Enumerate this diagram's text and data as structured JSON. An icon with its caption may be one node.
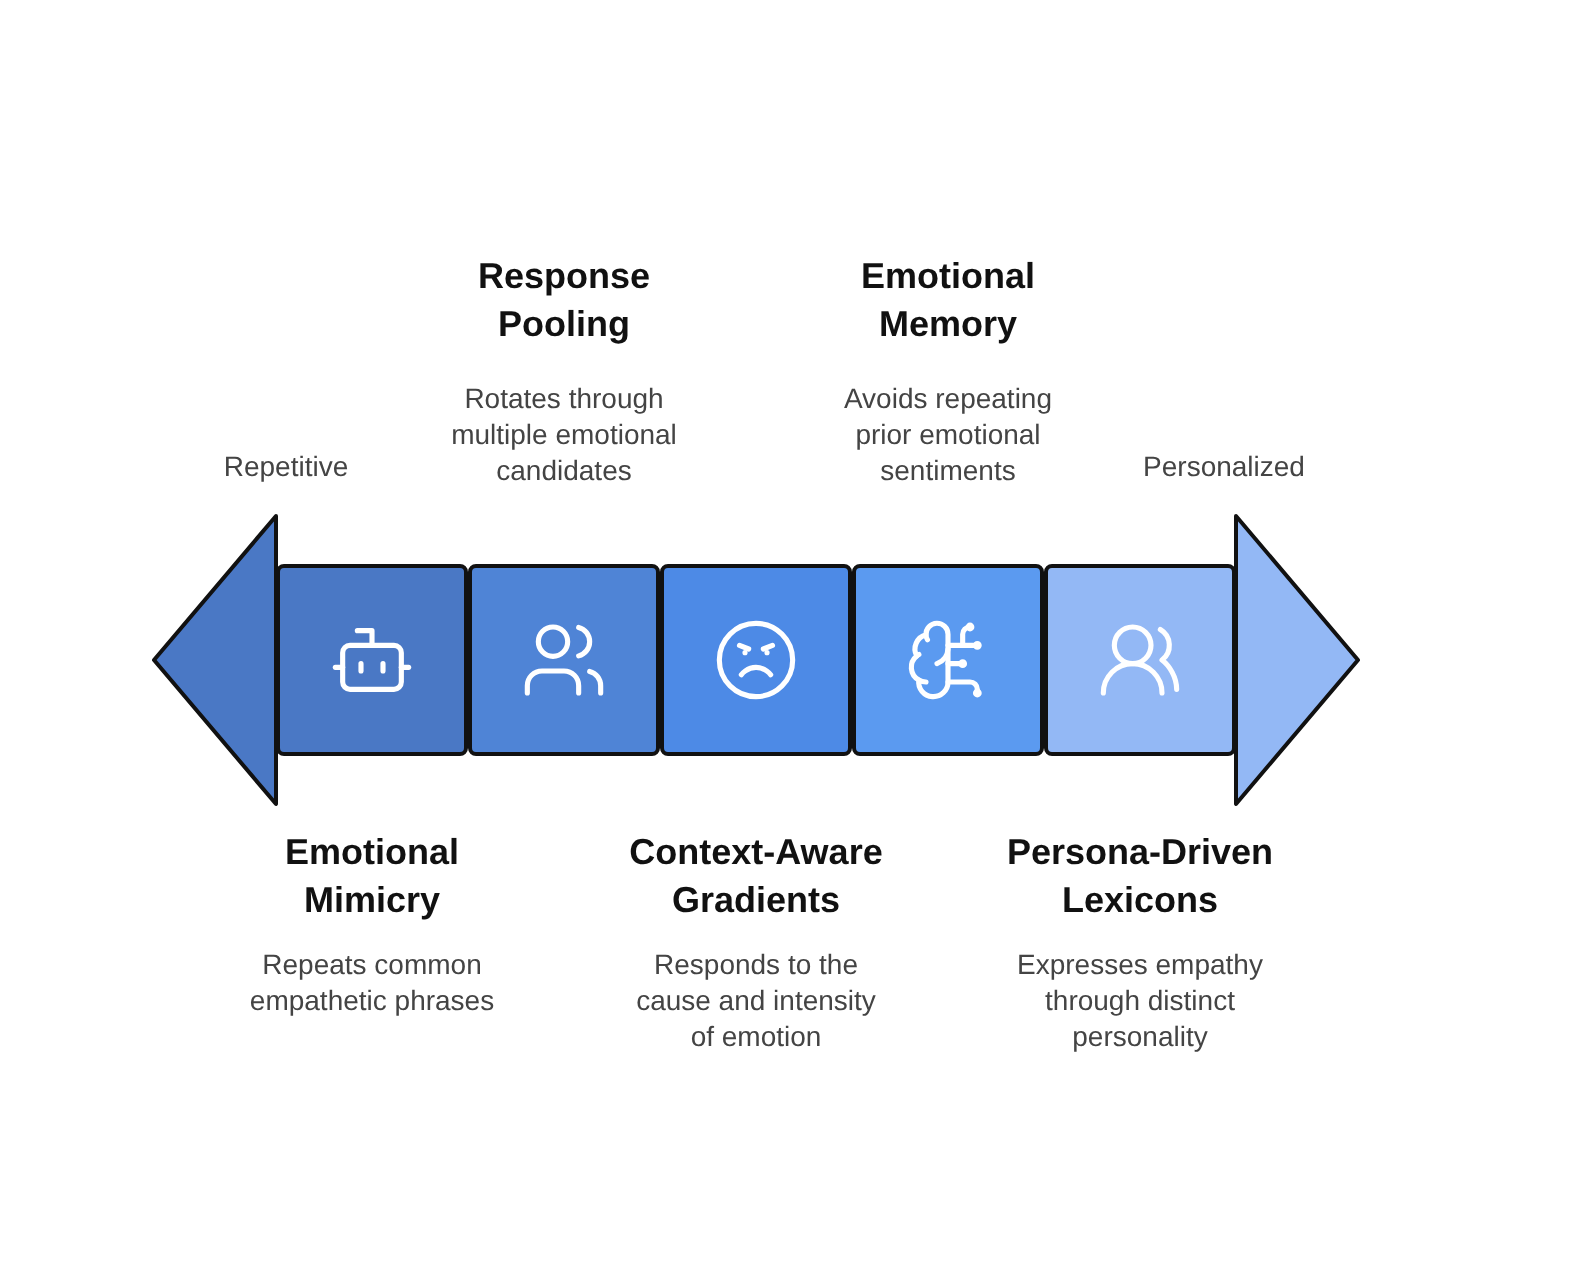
{
  "diagram": {
    "nodes": [
      {
        "text": [
          "Emotional Mimicry",
          "Repeats common empathetic phrases"
        ]
      },
      {
        "text": [
          "Response Pooling",
          "Rotates through multiple emotional candidates"
        ]
      },
      {
        "text": [
          "Context-Aware Gradients",
          "Responds to the cause and intensity of emotion"
        ]
      },
      {
        "text": [
          "Emotional Memory",
          "Avoids repeating prior emotional sentiments"
        ]
      },
      {
        "text": [
          "Persona-Driven Lexicons",
          "Expresses empathy through distinct personality"
        ]
      }
    ],
    "labels": [
      "Repetitive",
      "Personalized"
    ]
  }
}
